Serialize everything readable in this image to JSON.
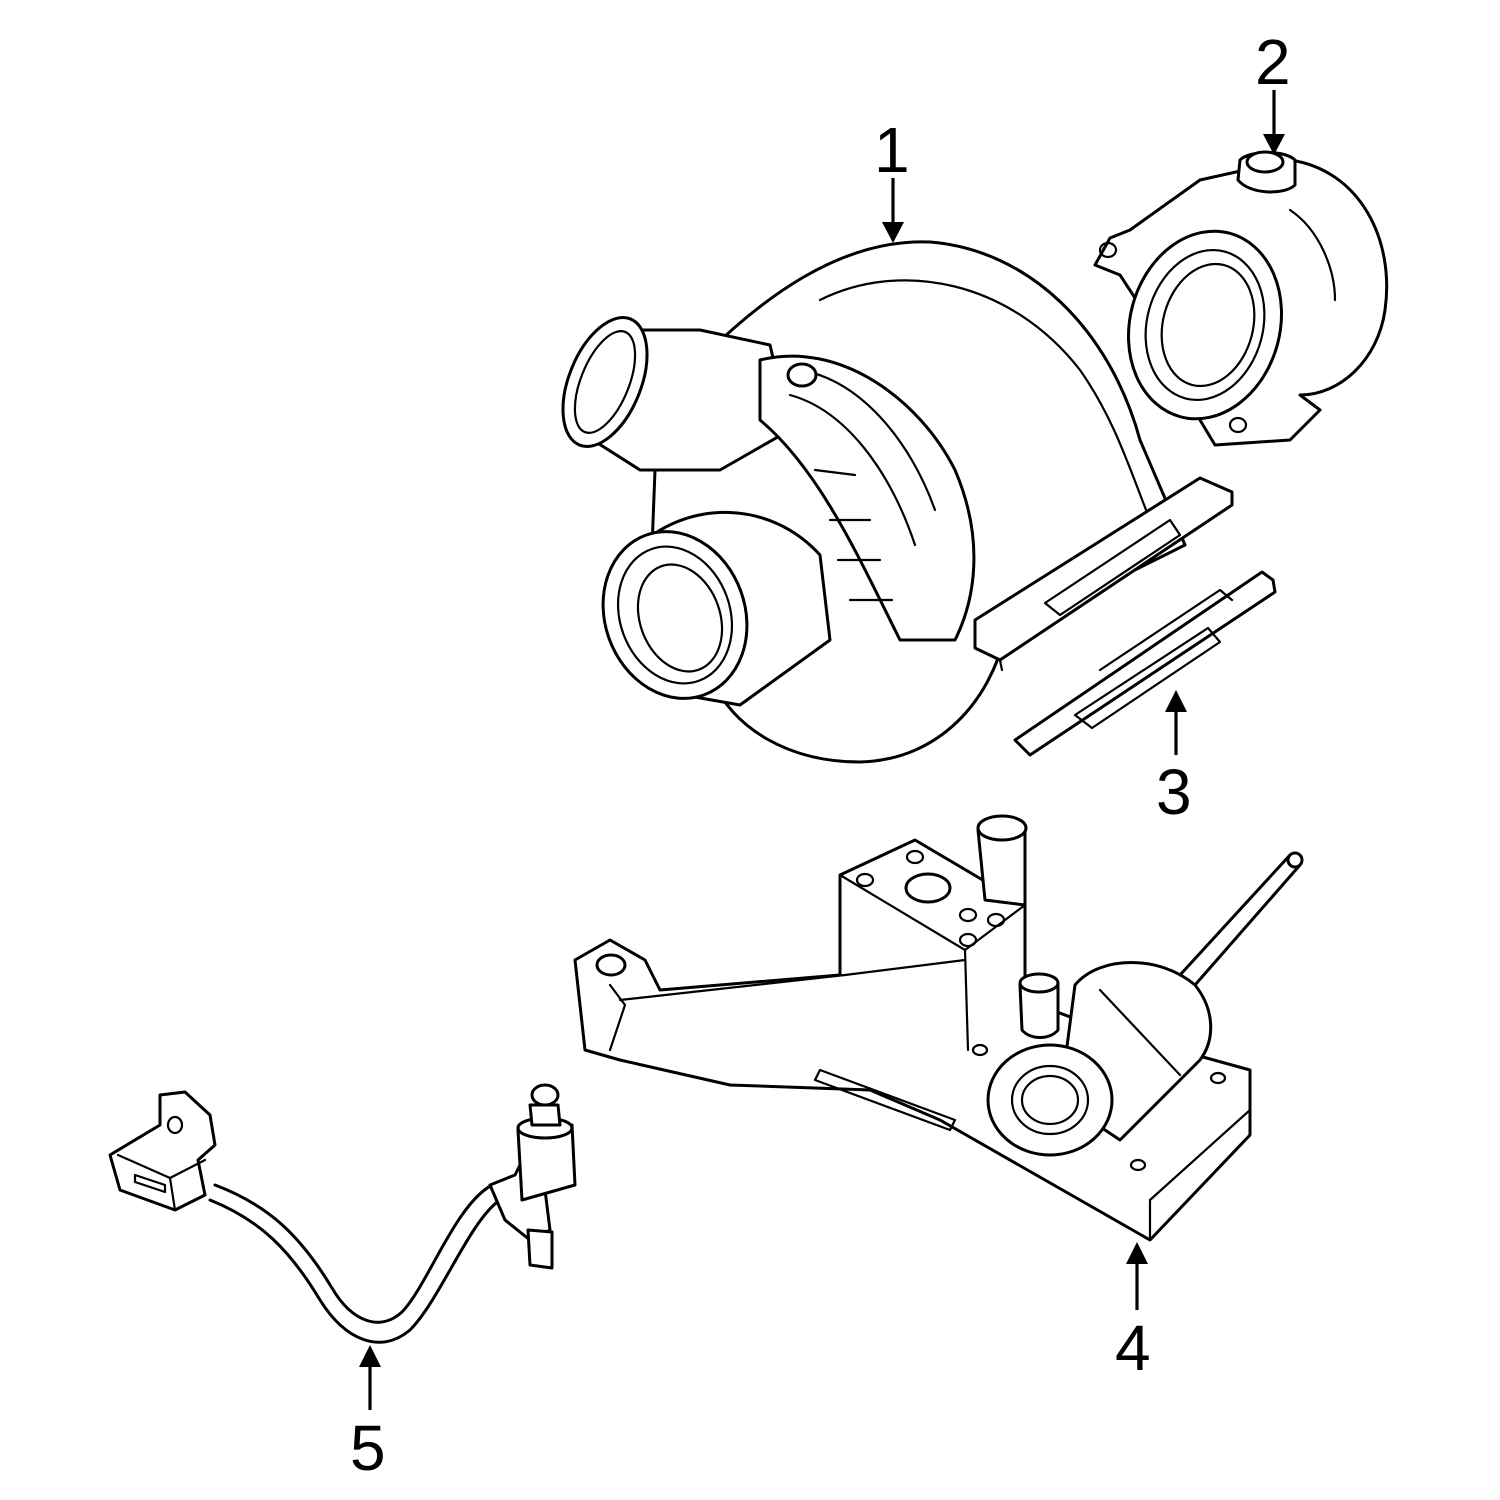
{
  "diagram": {
    "colors": {
      "line": "#000000",
      "background": "#ffffff"
    },
    "callouts": [
      {
        "id": "1",
        "label": "1"
      },
      {
        "id": "2",
        "label": "2"
      },
      {
        "id": "3",
        "label": "3"
      },
      {
        "id": "4",
        "label": "4"
      },
      {
        "id": "5",
        "label": "5"
      }
    ]
  }
}
